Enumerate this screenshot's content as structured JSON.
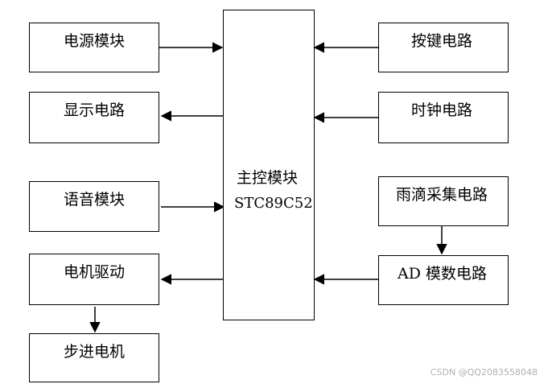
{
  "diagram": {
    "main_block": {
      "line1": "主控模块",
      "line2": "STC89C52"
    },
    "left_blocks": {
      "power": "电源模块",
      "display": "显示电路",
      "voice": "语音模块",
      "motor_driver": "电机驱动",
      "stepper": "步进电机"
    },
    "right_blocks": {
      "keys": "按键电路",
      "clock": "时钟电路",
      "rain_collect": "雨滴采集电路",
      "ad_convert": "AD 模数电路"
    }
  },
  "watermark": "CSDN @QQ2083558048"
}
